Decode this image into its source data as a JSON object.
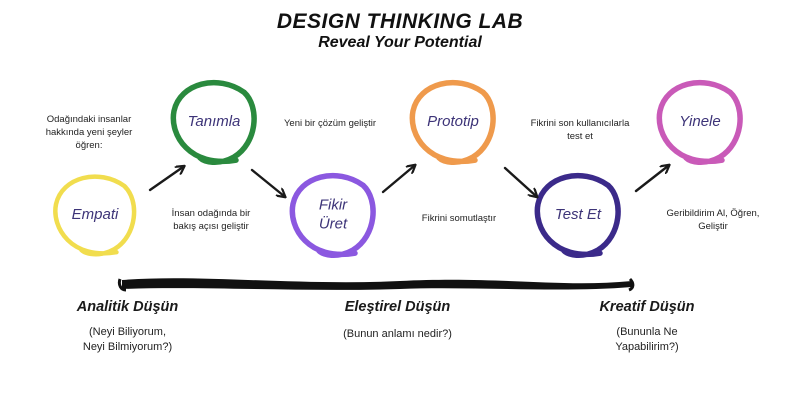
{
  "title": "DESIGN THINKING LAB",
  "subtitle": "Reveal Your Potential",
  "stages": [
    {
      "id": "empati",
      "lines": [
        "Empati"
      ],
      "color": "#f1dd4e",
      "text_color": "#3d3478"
    },
    {
      "id": "tanimla",
      "lines": [
        "Tanımla"
      ],
      "color": "#2a8a3e",
      "text_color": "#3d3478"
    },
    {
      "id": "fikir",
      "lines": [
        "Fikir",
        "Üret"
      ],
      "color": "#8b58e0",
      "text_color": "#3d3478"
    },
    {
      "id": "prototip",
      "lines": [
        "Prototip"
      ],
      "color": "#ef9a4c",
      "text_color": "#3d3478"
    },
    {
      "id": "test",
      "lines": [
        "Test Et"
      ],
      "color": "#3b2a8a",
      "text_color": "#3d3478"
    },
    {
      "id": "yinele",
      "lines": [
        "Yinele"
      ],
      "color": "#c95ab8",
      "text_color": "#3d3478"
    }
  ],
  "notes": [
    {
      "id": "empati-tanimla",
      "lines": [
        "Odağındaki insanlar",
        "hakkında yeni şeyler",
        "öğren:"
      ]
    },
    {
      "id": "tanimla-fikir",
      "lines": [
        "Yeni bir çözüm geliştir"
      ]
    },
    {
      "id": "fikir-prototip",
      "lines": [
        "İnsan odağında bir",
        "bakış açısı geliştir"
      ]
    },
    {
      "id": "prototip-test",
      "lines": [
        "Fikrini somutlaştır"
      ]
    },
    {
      "id": "test-yinele",
      "lines": [
        "Fikrini son kullanıcılarla",
        "test et"
      ]
    },
    {
      "id": "yinele-after",
      "lines": [
        "Geribildirim Al, Öğren,",
        "Geliştir"
      ]
    }
  ],
  "phases": [
    {
      "id": "analitik",
      "heading": "Analitik Düşün",
      "lines": [
        "(Neyi Biliyorum,",
        "Neyi Bilmiyorum?)"
      ]
    },
    {
      "id": "elestirel",
      "heading": "Eleştirel Düşün",
      "lines": [
        "(Bunun anlamı nedir?)"
      ]
    },
    {
      "id": "kreatif",
      "heading": "Kreatif Düşün",
      "lines": [
        "(Bununla Ne",
        "Yapabilirim?)"
      ]
    }
  ],
  "colors": {
    "arrow": "#1a1a1a",
    "brush": "#111111"
  }
}
